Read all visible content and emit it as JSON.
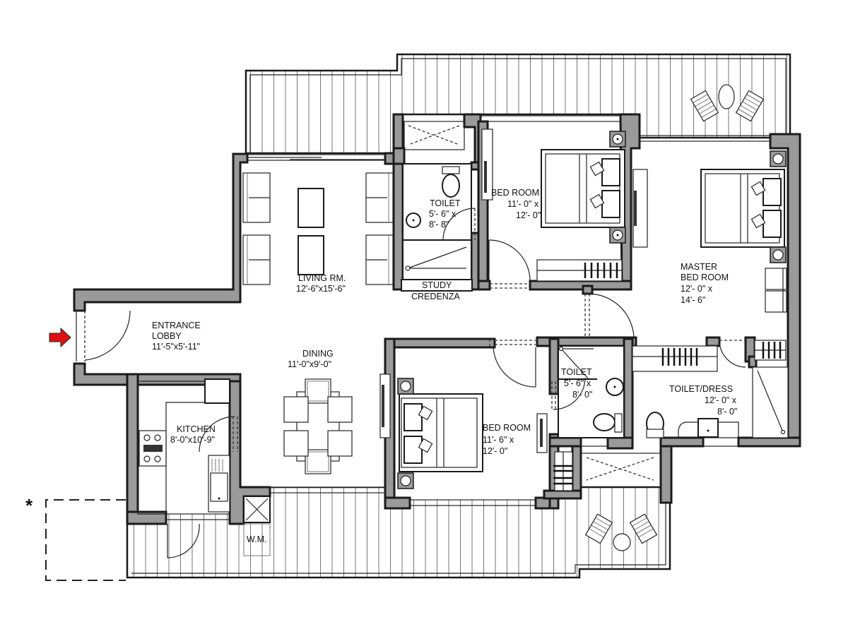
{
  "plan": {
    "title": "Apartment Floor Plan",
    "entry_marker": {
      "icon": "arrow-right-icon",
      "color": "#dd1111"
    },
    "footnote_marker": "*",
    "colors": {
      "wall": "#9a9a9a",
      "line": "#1a1a1a",
      "background": "#ffffff"
    }
  },
  "rooms": {
    "entrance_lobby": {
      "name_line1": "ENTRANCE",
      "name_line2": "LOBBY",
      "size": "11'-5\"x5'-11\""
    },
    "living": {
      "name": "LIVING RM.",
      "size": "12'-6\"x15'-6\""
    },
    "dining": {
      "name": "DINING",
      "size": "11'-0\"x9'-0\""
    },
    "kitchen": {
      "name": "KITCHEN",
      "size": "8'-0\"x10'-9\""
    },
    "toilet_1": {
      "name": "TOILET",
      "size_line1": "5'- 6\" x",
      "size_line2": "8'- 8\""
    },
    "bedroom_1": {
      "name": "BED ROOM",
      "size_line1": "11'- 0\" x",
      "size_line2": "12'- 0\""
    },
    "master_bedroom": {
      "name_line1": "MASTER",
      "name_line2": "BED ROOM",
      "size_line1": "12'- 0\" x",
      "size_line2": "14'- 6\""
    },
    "study": {
      "name_line1": "STUDY",
      "name_line2": "CREDENZA"
    },
    "bedroom_2": {
      "name": "BED ROOM",
      "size_line1": "11'- 6\" x",
      "size_line2": "12'- 0\""
    },
    "toilet_2": {
      "name": "TOILET",
      "size_line1": "5'- 6\" x",
      "size_line2": "8'- 0\""
    },
    "toilet_dress": {
      "name": "TOILET/DRESS",
      "size_line1": "12'- 0\" x",
      "size_line2": "8'- 0\""
    },
    "washing_machine": {
      "name": "W.M."
    }
  }
}
